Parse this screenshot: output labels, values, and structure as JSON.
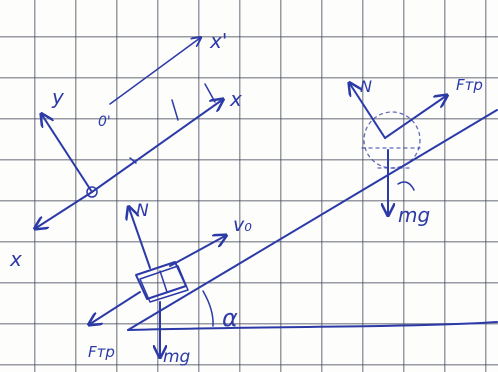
{
  "labels": {
    "axis_y": "y",
    "axis_x": "x",
    "axis_x_prime": "x'",
    "axis_x_prime_top": "x'",
    "origin": "0'",
    "axis_x_lower": "x",
    "normal_left": "N",
    "velocity": "v₀",
    "friction_left": "Fтр",
    "gravity_left": "mg",
    "angle": "α",
    "normal_right": "N",
    "friction_right": "Fтр",
    "gravity_right": "mg"
  },
  "colors": {
    "ink": "#2c3aa8",
    "paper": "#fdfdfc",
    "grid": "#464b5a"
  }
}
